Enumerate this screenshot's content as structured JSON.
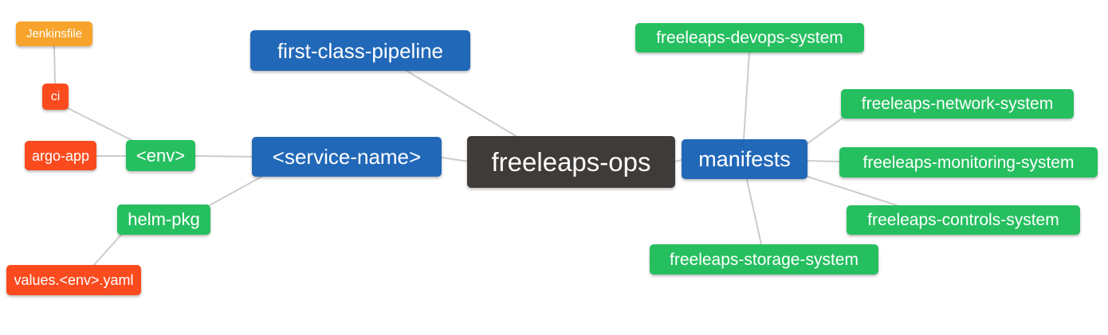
{
  "diagram": {
    "title": "freeleaps-ops repository structure mind map",
    "colors": {
      "root": "#3f3b39",
      "primary_branch": "#2268b8",
      "secondary_branch": "#26bf60",
      "leaf_red": "#fb4b1e",
      "leaf_orange": "#f8a42c",
      "edge_line": "#cccccc",
      "background": "#ffffff",
      "text": "#ffffff"
    },
    "nodes": [
      {
        "id": "jenkinsfile",
        "label": "Jenkinsfile",
        "color": "#f8a42c"
      },
      {
        "id": "ci",
        "label": "ci",
        "color": "#fb4b1e"
      },
      {
        "id": "argo-app",
        "label": "argo-app",
        "color": "#fb4b1e"
      },
      {
        "id": "env",
        "label": "<env>",
        "color": "#26bf60"
      },
      {
        "id": "first-class-pipeline",
        "label": "first-class-pipeline",
        "color": "#2268b8"
      },
      {
        "id": "service-name",
        "label": "<service-name>",
        "color": "#2268b8"
      },
      {
        "id": "freeleaps-ops",
        "label": "freeleaps-ops",
        "color": "#3f3b39"
      },
      {
        "id": "helm-pkg",
        "label": "helm-pkg",
        "color": "#26bf60"
      },
      {
        "id": "values-env-yaml",
        "label": "values.<env>.yaml",
        "color": "#fb4b1e"
      },
      {
        "id": "manifests",
        "label": "manifests",
        "color": "#2268b8"
      },
      {
        "id": "freeleaps-devops-system",
        "label": "freeleaps-devops-system",
        "color": "#26bf60"
      },
      {
        "id": "freeleaps-network-system",
        "label": "freeleaps-network-system",
        "color": "#26bf60"
      },
      {
        "id": "freeleaps-monitoring-system",
        "label": "freeleaps-monitoring-system",
        "color": "#26bf60"
      },
      {
        "id": "freeleaps-controls-system",
        "label": "freeleaps-controls-system",
        "color": "#26bf60"
      },
      {
        "id": "freeleaps-storage-system",
        "label": "freeleaps-storage-system",
        "color": "#26bf60"
      }
    ],
    "edges": [
      {
        "from": "jenkinsfile",
        "to": "ci"
      },
      {
        "from": "ci",
        "to": "env"
      },
      {
        "from": "argo-app",
        "to": "env"
      },
      {
        "from": "env",
        "to": "service-name"
      },
      {
        "from": "helm-pkg",
        "to": "service-name"
      },
      {
        "from": "values-env-yaml",
        "to": "helm-pkg"
      },
      {
        "from": "service-name",
        "to": "freeleaps-ops"
      },
      {
        "from": "first-class-pipeline",
        "to": "freeleaps-ops"
      },
      {
        "from": "freeleaps-ops",
        "to": "manifests"
      },
      {
        "from": "manifests",
        "to": "freeleaps-devops-system"
      },
      {
        "from": "manifests",
        "to": "freeleaps-network-system"
      },
      {
        "from": "manifests",
        "to": "freeleaps-monitoring-system"
      },
      {
        "from": "manifests",
        "to": "freeleaps-controls-system"
      },
      {
        "from": "manifests",
        "to": "freeleaps-storage-system"
      }
    ]
  }
}
